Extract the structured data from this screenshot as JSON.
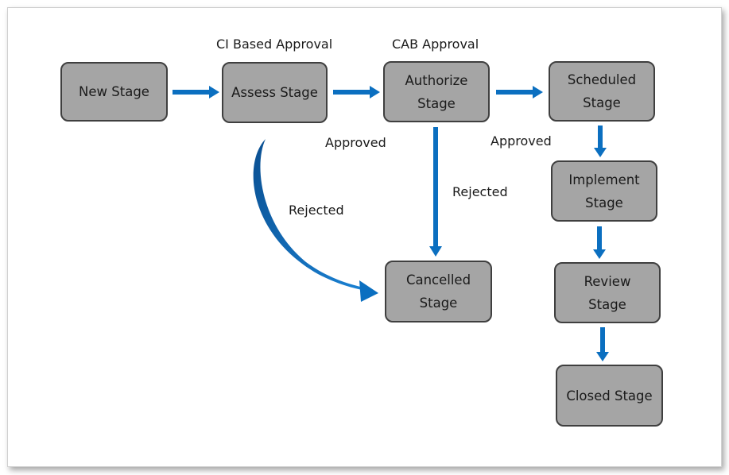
{
  "diagram": {
    "stages": {
      "new": "New Stage",
      "assess": "Assess Stage",
      "authorize": "Authorize Stage",
      "scheduled": "Scheduled Stage",
      "implement": "Implement Stage",
      "review": "Review Stage",
      "closed": "Closed Stage",
      "cancelled": "Cancelled Stage"
    },
    "labels": {
      "ci_based_approval": "CI Based Approval",
      "cab_approval": "CAB Approval",
      "approved_assess": "Approved",
      "approved_authorize": "Approved",
      "rejected_assess": "Rejected",
      "rejected_authorize": "Rejected"
    },
    "colors": {
      "arrow": "#0b6fc0",
      "box_fill": "#a5a5a5",
      "box_border": "#3f3f3f"
    }
  }
}
